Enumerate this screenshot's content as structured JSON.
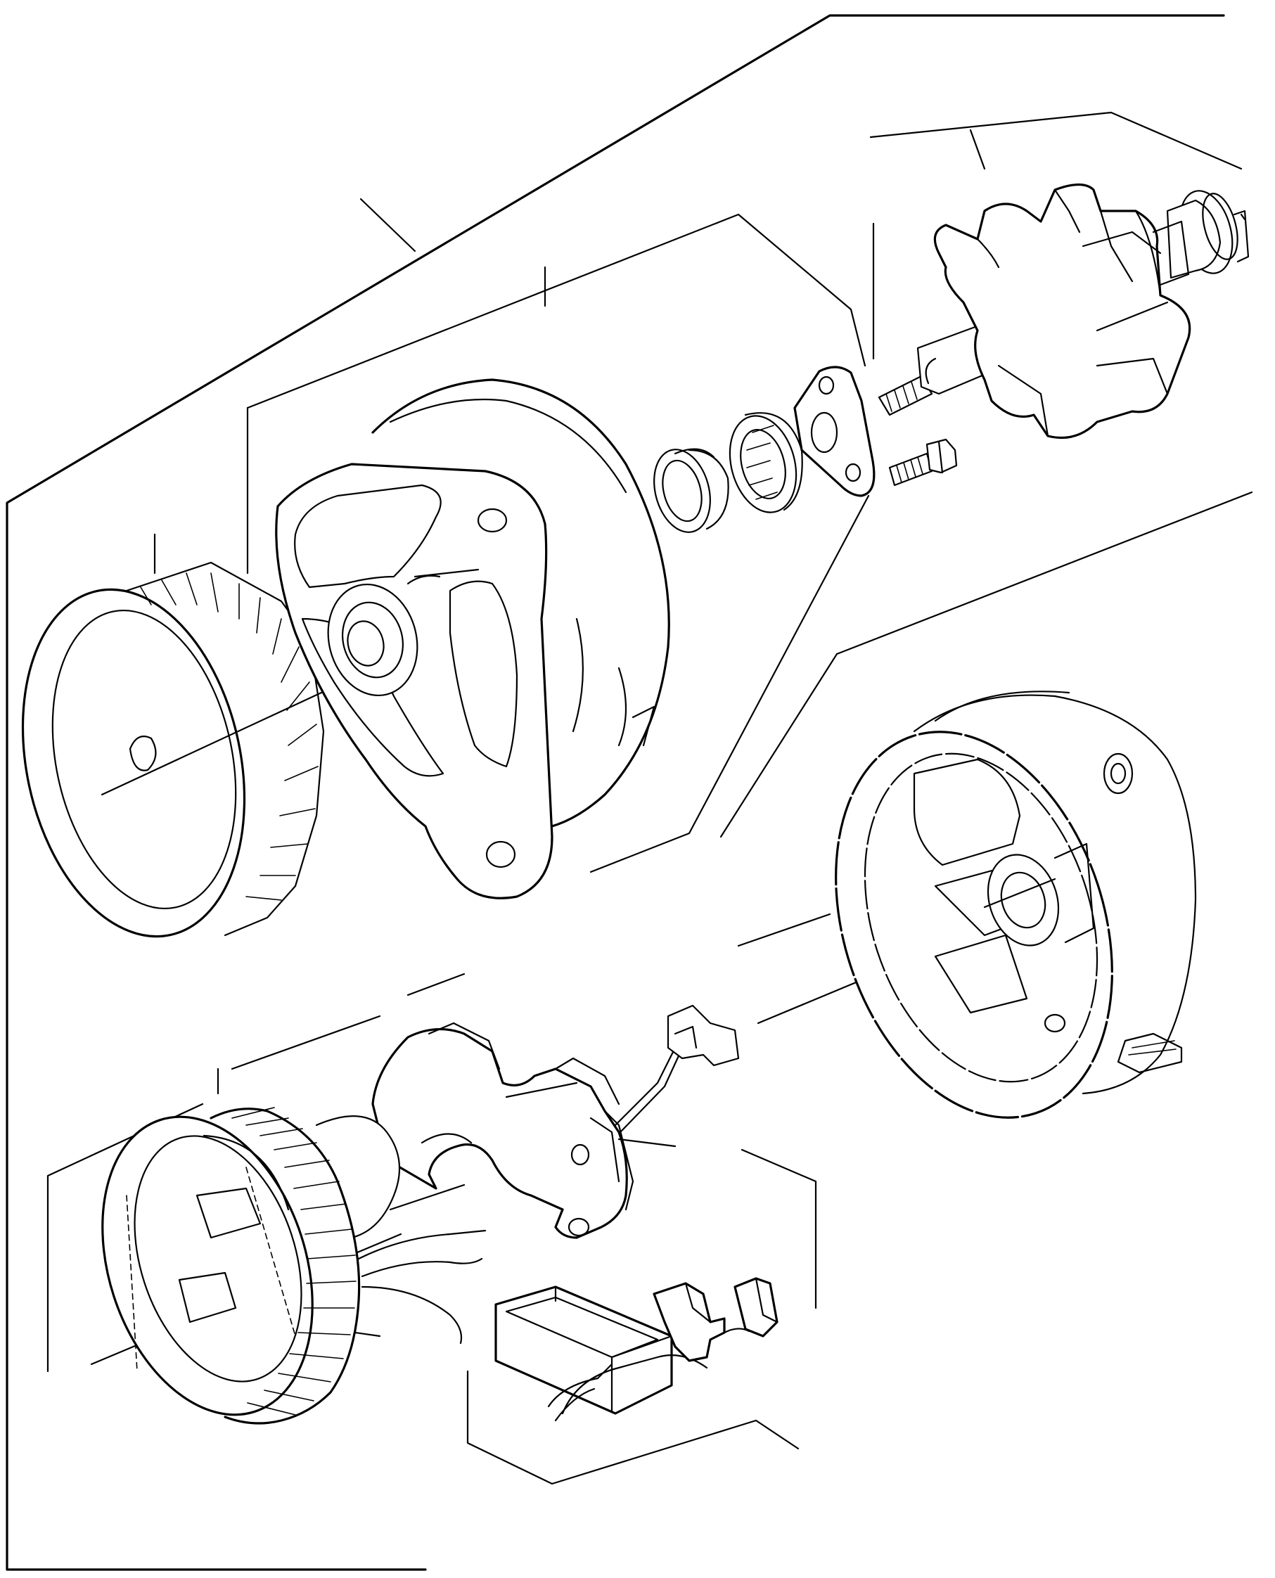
{
  "diagram": {
    "style": "exploded-view line drawing",
    "colors": {
      "line": "#000000",
      "background": "#ffffff"
    },
    "parts": [
      {
        "name": "pulley-fan"
      },
      {
        "name": "drive-end-housing"
      },
      {
        "name": "bearing-spacer"
      },
      {
        "name": "bearing"
      },
      {
        "name": "retainer-plate"
      },
      {
        "name": "retainer-screw"
      },
      {
        "name": "rotor"
      },
      {
        "name": "slip-ring-end-housing"
      },
      {
        "name": "brush-holder"
      },
      {
        "name": "stator"
      },
      {
        "name": "rectifier"
      },
      {
        "name": "brushes"
      }
    ]
  }
}
